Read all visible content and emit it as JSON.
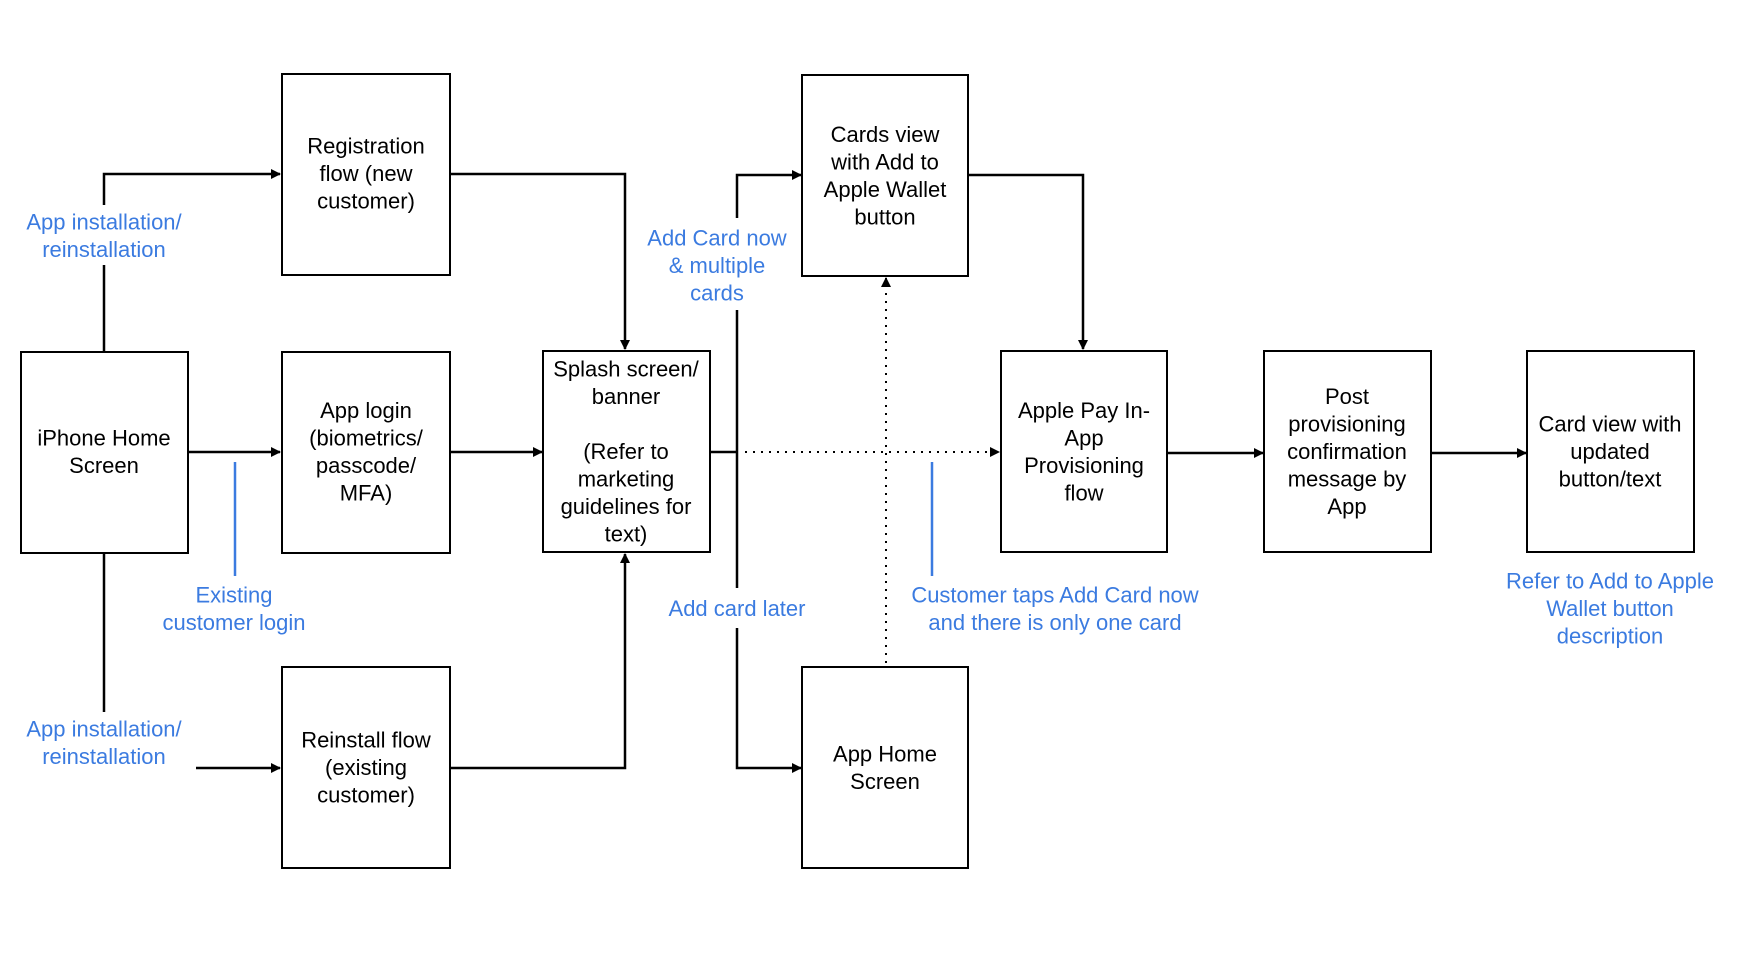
{
  "colors": {
    "label": "#3b7be0",
    "stroke": "#000000",
    "background": "#ffffff"
  },
  "nodes": {
    "iphone_home": [
      "iPhone Home",
      "Screen"
    ],
    "registration": [
      "Registration",
      "flow (new",
      "customer)"
    ],
    "app_login": [
      "App login",
      "(biometrics/",
      "passcode/",
      "MFA)"
    ],
    "reinstall": [
      "Reinstall flow",
      "(existing",
      "customer)"
    ],
    "splash": [
      "Splash screen/",
      "banner",
      "",
      "(Refer to",
      "marketing",
      "guidelines for",
      "text)"
    ],
    "cards_view": [
      "Cards view",
      "with Add to",
      "Apple Wallet",
      "button"
    ],
    "app_home": [
      "App Home",
      "Screen"
    ],
    "apple_pay": [
      "Apple Pay In-",
      "App",
      "Provisioning",
      "flow"
    ],
    "post_prov": [
      "Post",
      "provisioning",
      "confirmation",
      "message by",
      "App"
    ],
    "card_view_updated": [
      "Card view with",
      "updated",
      "button/text"
    ]
  },
  "labels": {
    "install_top": [
      "App installation/",
      "reinstallation"
    ],
    "install_bottom": [
      "App installation/",
      "reinstallation"
    ],
    "existing_login": [
      "Existing",
      "customer login"
    ],
    "add_card_now": [
      "Add Card now",
      "& multiple",
      "cards"
    ],
    "add_card_later": [
      "Add card later"
    ],
    "taps_one_card": [
      "Customer taps Add Card now",
      "and there is only one card"
    ],
    "refer_button": [
      "Refer to Add to Apple",
      "Wallet button",
      "description"
    ]
  }
}
